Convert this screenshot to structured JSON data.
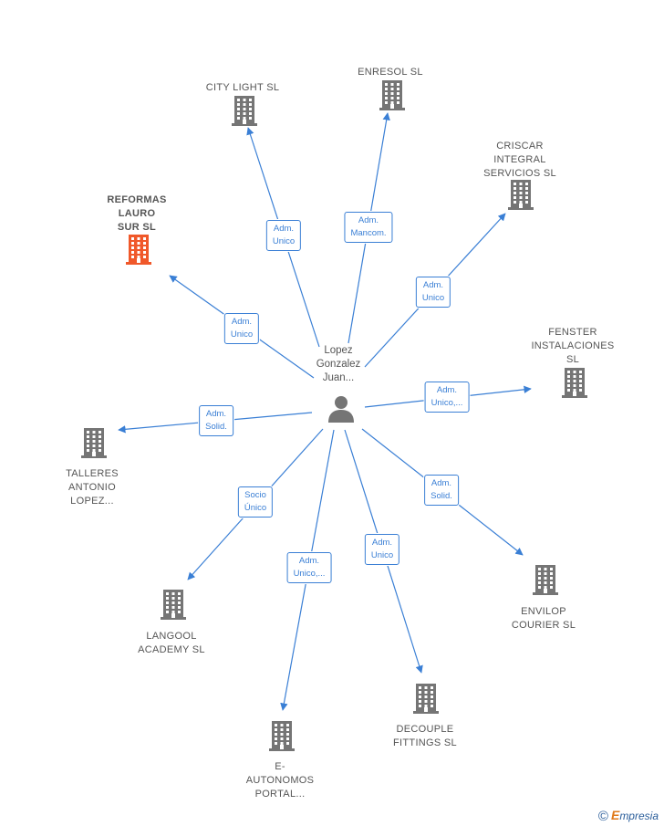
{
  "center": {
    "name": "Lopez\nGonzalez\nJuan...",
    "icon": "person-icon"
  },
  "companies": [
    {
      "id": "city-light",
      "name": "CITY LIGHT SL",
      "highlight": false,
      "relation": "Adm.\nUnico"
    },
    {
      "id": "enresol",
      "name": "ENRESOL SL",
      "highlight": false,
      "relation": "Adm.\nMancom."
    },
    {
      "id": "criscar",
      "name": "CRISCAR\nINTEGRAL\nSERVICIOS SL",
      "highlight": false,
      "relation": "Adm.\nUnico"
    },
    {
      "id": "reformas",
      "name": "REFORMAS\nLAURO\nSUR  SL",
      "highlight": true,
      "relation": "Adm.\nUnico"
    },
    {
      "id": "fenster",
      "name": "FENSTER\nINSTALACIONES\nSL",
      "highlight": false,
      "relation": "Adm.\nUnico,..."
    },
    {
      "id": "talleres",
      "name": "TALLERES\nANTONIO\nLOPEZ...",
      "highlight": false,
      "relation": "Adm.\nSolid."
    },
    {
      "id": "envilop",
      "name": "ENVILOP\nCOURIER SL",
      "highlight": false,
      "relation": "Adm.\nSolid."
    },
    {
      "id": "langool",
      "name": "LANGOOL\nACADEMY  SL",
      "highlight": false,
      "relation": "Socio\nÚnico"
    },
    {
      "id": "e-autonomos",
      "name": "E-\nAUTONOMOS\nPORTAL...",
      "highlight": false,
      "relation": "Adm.\nUnico,..."
    },
    {
      "id": "decouple",
      "name": "DECOUPLE\nFITTINGS  SL",
      "highlight": false,
      "relation": "Adm.\nUnico"
    }
  ],
  "colors": {
    "edge": "#3a7fd5",
    "building": "#757575",
    "building_highlight": "#f0582a",
    "person": "#757575"
  },
  "footer": {
    "copyright": "©",
    "brand_initial": "E",
    "brand_rest": "mpresia"
  }
}
